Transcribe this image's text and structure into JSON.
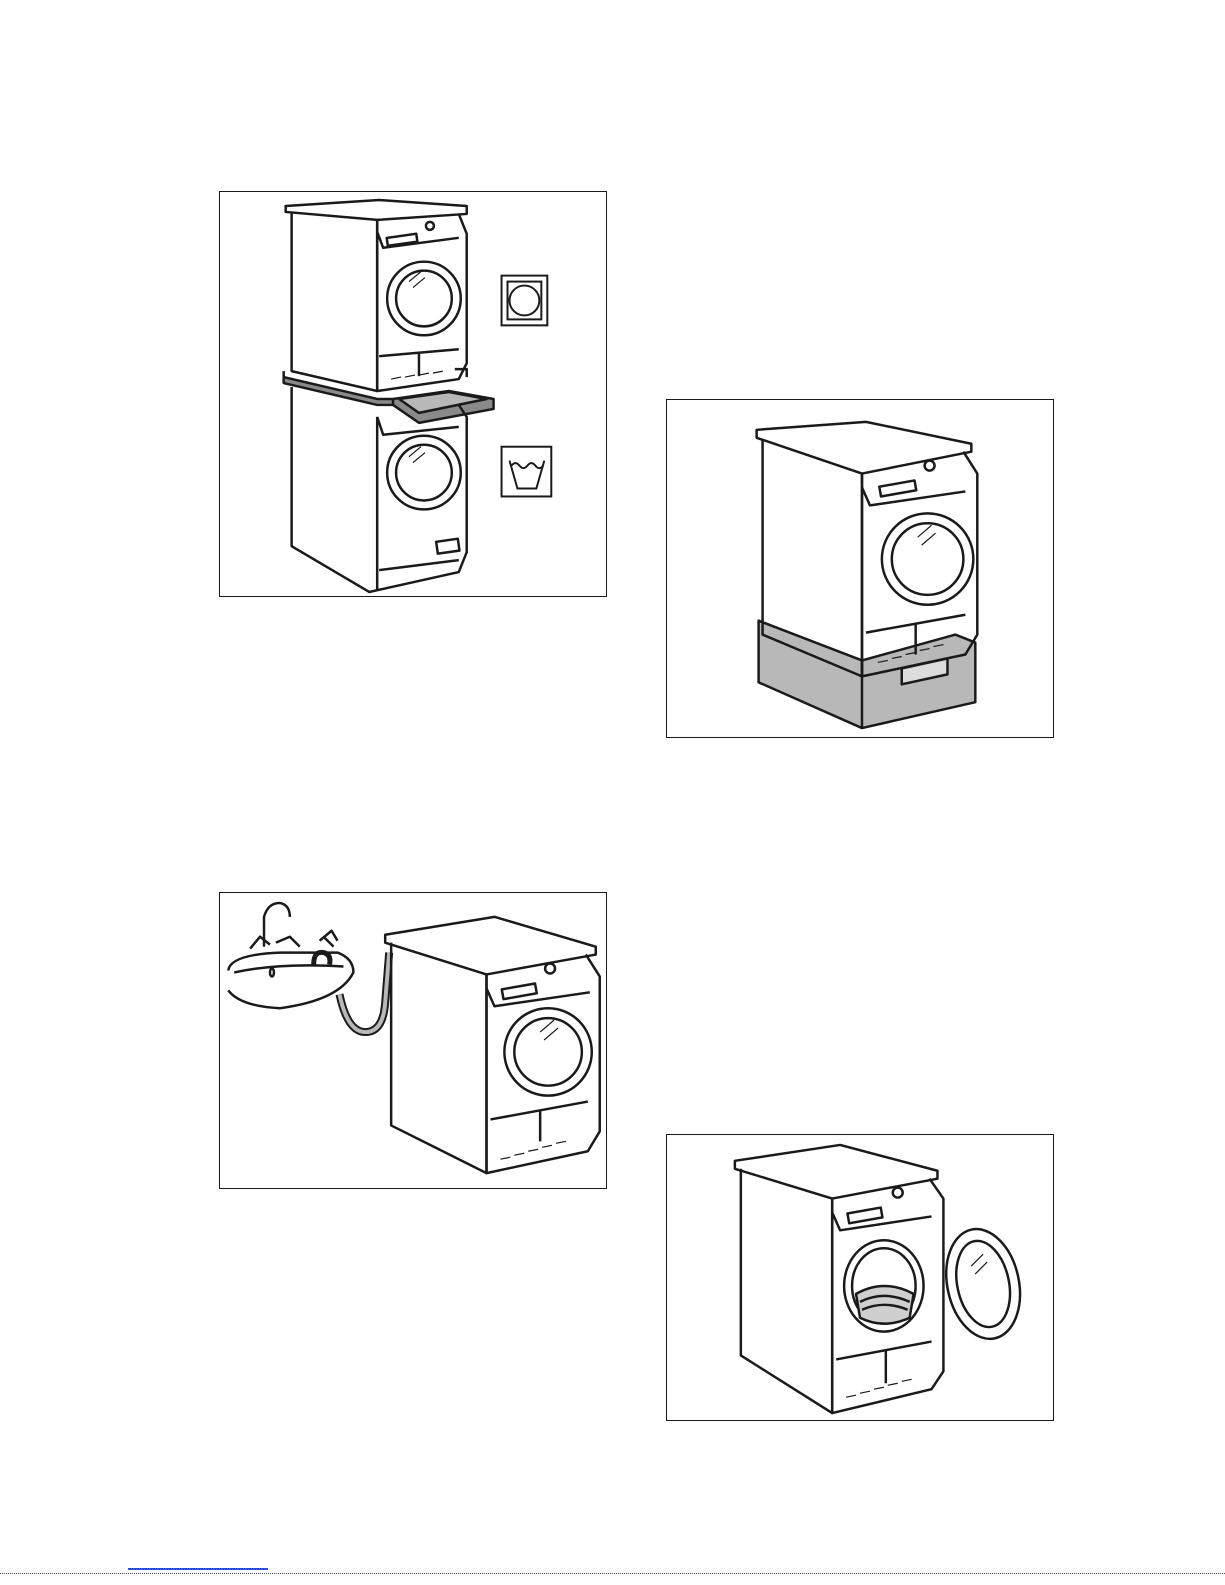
{
  "page": {
    "figures": [
      {
        "id": "stacked-dryer-on-washer",
        "symbols": [
          "tumble-dry-symbol",
          "wash-tub-symbol"
        ]
      },
      {
        "id": "dryer-on-pedestal-drawer"
      },
      {
        "id": "dryer-drain-hose-to-sink"
      },
      {
        "id": "dryer-door-open-filter"
      }
    ],
    "colors": {
      "line": "#1a1a1a",
      "fill_grey": "#b8b8b8",
      "background": "#ffffff",
      "footer_link": "#2a4fd8"
    }
  }
}
